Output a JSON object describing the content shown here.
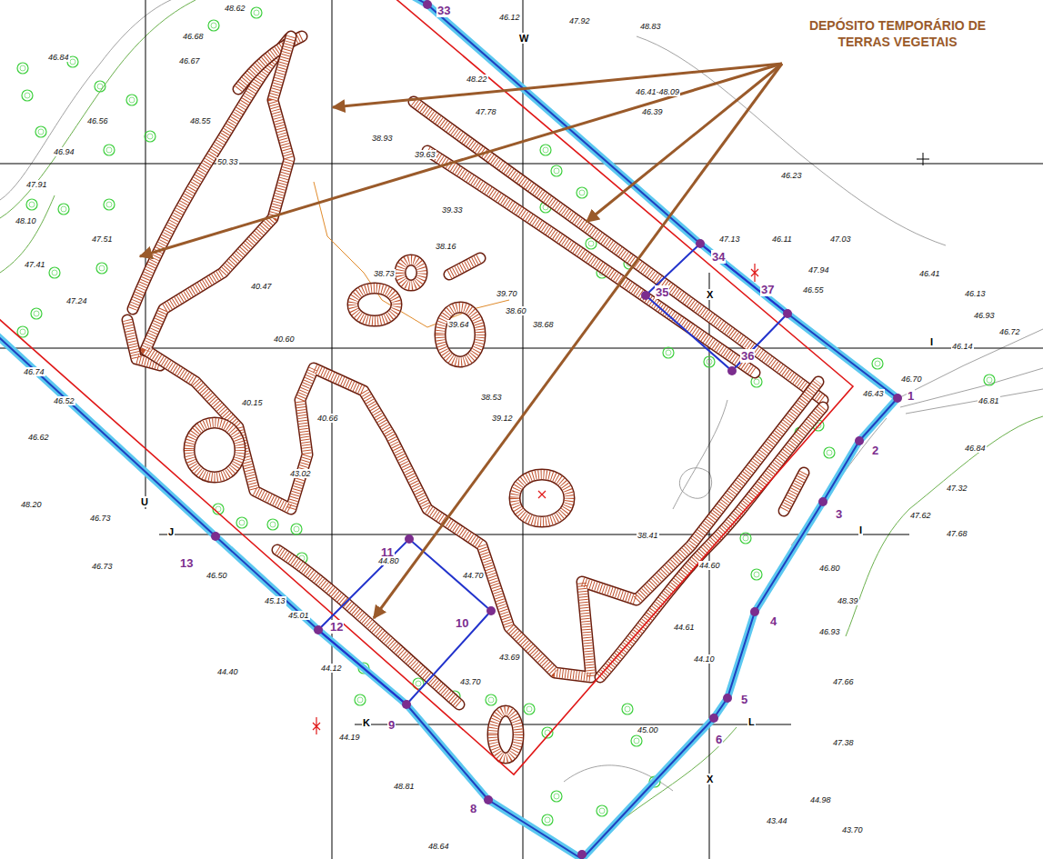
{
  "diagram": {
    "labels": [
      "DEPÓSITO TEMPORÁRIO DE TERRAS VEGETAIS",
      "33",
      "34",
      "35",
      "36",
      "37",
      "1",
      "2",
      "3",
      "4",
      "5",
      "6",
      "8",
      "9",
      "10",
      "11",
      "12",
      "13",
      "W",
      "U",
      "J",
      "K",
      "X",
      "X",
      "I",
      "I",
      "L",
      "48.62",
      "46.12",
      "47.92",
      "48.83",
      "46.68",
      "46.84",
      "46.67",
      "48.22",
      "46.41-48.09",
      "47.78",
      "46.39",
      "46.56",
      "48.55",
      "46.94",
      "38.93",
      "39.63",
      "50.33",
      "46.23",
      "47.91",
      "39.33",
      "48.10",
      "47.51",
      "47.13",
      "46.11",
      "47.03",
      "38.16",
      "47.41",
      "47.94",
      "46.41",
      "38.73",
      "40.47",
      "46.55",
      "46.13",
      "39.70",
      "47.24",
      "46.93",
      "38.60",
      "39.64",
      "38.68",
      "46.72",
      "40.60",
      "46.14",
      "46.74",
      "46.70",
      "46.43",
      "38.53",
      "46.81",
      "46.52",
      "40.15",
      "39.12",
      "40.66",
      "46.62",
      "46.84",
      "43.02",
      "47.32",
      "48.20",
      "47.62",
      "46.73",
      "47.68",
      "38.41",
      "44.80",
      "46.73",
      "44.60",
      "46.80",
      "46.50",
      "44.70",
      "45.13",
      "48.39",
      "45.01",
      "44.61",
      "46.93",
      "43.69",
      "44.10",
      "44.12",
      "44.40",
      "43.70",
      "47.66",
      "45.00",
      "44.19",
      "47.38",
      "48.81",
      "44.98",
      "43.44",
      "43.70",
      "48.64"
    ]
  }
}
